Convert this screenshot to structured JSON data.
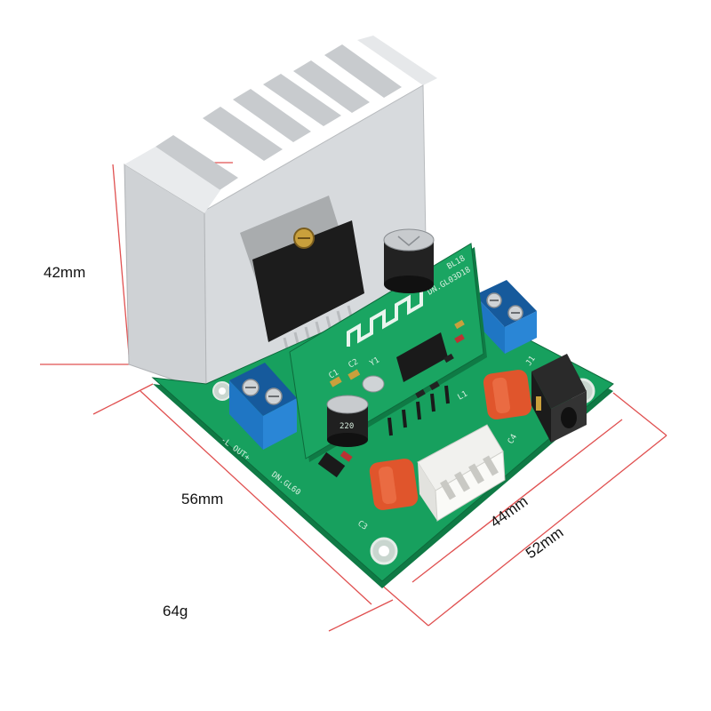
{
  "dimensions": {
    "height": "42mm",
    "length": "56mm",
    "width_inner": "44mm",
    "width_outer": "52mm",
    "weight": "64g"
  },
  "silkscreen": {
    "module": "BL18",
    "module_code": "DN.GL03D18",
    "board_code": "DN.GL60",
    "output": "-L OUT+",
    "c1": "C1",
    "c2": "C2",
    "c3": "C3",
    "c4": "C4",
    "l1": "L1",
    "j1": "J1",
    "y1": "Y1",
    "cap_value": "220"
  },
  "colors": {
    "dimension_line": "#e05050",
    "pcb": "#17a05e",
    "pcb_dark": "#0f7a45",
    "terminal": "#1f76c4",
    "heatsink": "#d4d7da",
    "capacitor_film": "#e0552c"
  }
}
